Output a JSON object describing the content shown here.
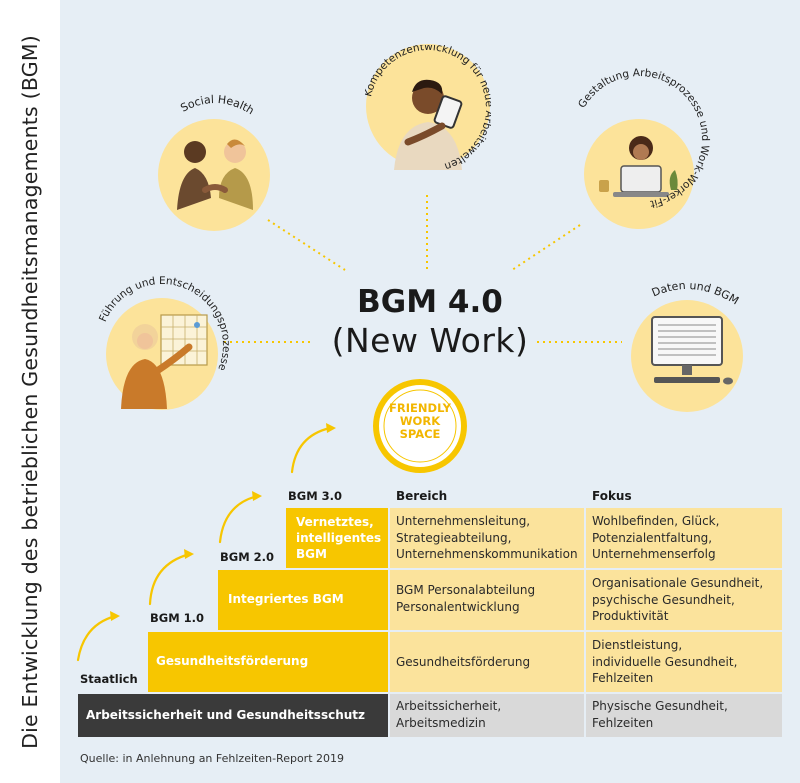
{
  "vertical_title": "Die Entwicklung des betrieblichen Gesundheitsmanagements (BGM)",
  "center": {
    "title": "BGM 4.0",
    "subtitle": "(New Work)"
  },
  "topics": {
    "kompetenz": "Kompetenzentwicklung für neue Arbeitswelten",
    "social": "Social Health",
    "gestaltung": "Gestaltung Arbeitsprozesse und Work-Worker-Fit",
    "fuehrung": "Führung und Entscheidungsprozesse",
    "daten": "Daten und BGM"
  },
  "badge": {
    "line1": "FRIENDLY",
    "line2": "WORK",
    "line3": "SPACE"
  },
  "levels": {
    "staatlich": "Staatlich",
    "bgm1": "BGM 1.0",
    "bgm2": "BGM 2.0",
    "bgm3": "BGM 3.0"
  },
  "stairs": {
    "base": "Arbeitssicherheit und Gesundheitsschutz",
    "gesundheit": "Gesundheitsförderung",
    "integriert": "Integriertes BGM",
    "vernetzt": [
      "Vernetztes,",
      "intelligentes",
      "BGM"
    ]
  },
  "table": {
    "header_bereich": "Bereich",
    "header_fokus": "Fokus",
    "rows": [
      {
        "bereich": [
          "Unternehmensleitung,",
          "Strategieabteilung,",
          "Unternehmenskommunikation"
        ],
        "fokus": [
          "Wohlbefinden, Glück,",
          "Potenzialentfaltung,",
          "Unternehmenserfolg"
        ]
      },
      {
        "bereich": [
          "BGM Personalabteilung",
          "Personalentwicklung"
        ],
        "fokus": [
          "Organisationale Gesundheit,",
          "psychische Gesundheit,",
          "Produktivität"
        ]
      },
      {
        "bereich": [
          "Gesundheitsförderung"
        ],
        "fokus": [
          "Dienstleistung,",
          "individuelle Gesundheit,",
          "Fehlzeiten"
        ]
      },
      {
        "bereich": [
          "Arbeitssicherheit,",
          "Arbeitsmedizin"
        ],
        "fokus": [
          "Physische Gesundheit,",
          "Fehlzeiten"
        ]
      }
    ]
  },
  "source": "Quelle: in Anlehnung an Fehlzeiten-Report 2019",
  "colors": {
    "yellow": "#f7c600",
    "light_yellow": "#fbe39c",
    "circle": "#fce39a",
    "dark": "#3a3a3a",
    "grey": "#d9d9d9",
    "panel": "#e6eef5"
  }
}
